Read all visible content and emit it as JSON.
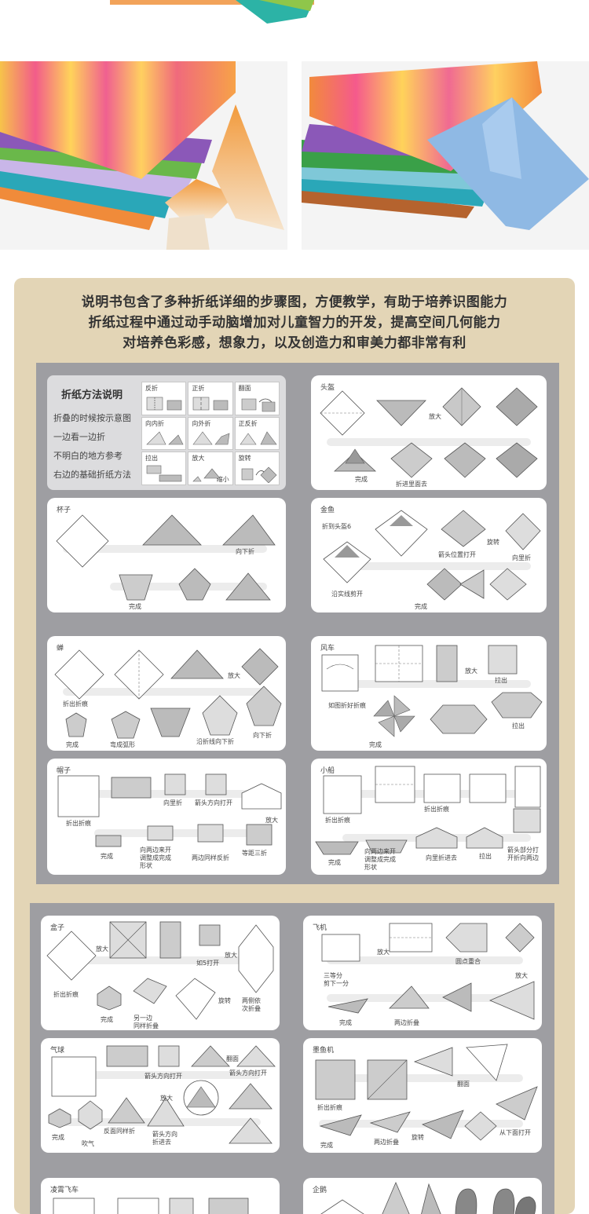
{
  "intro": {
    "lines": [
      "说明书包含了多种折纸详细的步骤图，方便教学，有助于培养识图能力",
      "折纸过程中通过动手动脑增加对儿童智力的开发，提高空间几何能力",
      "对培养色彩感，想象力，以及创造力和审美力都非常有利"
    ]
  },
  "legend": {
    "title": "折纸方法说明",
    "lines": [
      "折叠的时候按示意图",
      "一边看一边折",
      "不明白的地方参考",
      "右边的基础折纸方法"
    ],
    "cells": [
      "反折",
      "正折",
      "翻面",
      "向内折",
      "向外折",
      "正反折",
      "拉出",
      "放大",
      "旋转"
    ],
    "extra": "缩小"
  },
  "cards": {
    "helmet": {
      "title": "头盔",
      "captions": [
        "放大",
        "完成",
        "折进里面去"
      ]
    },
    "cup": {
      "title": "杯子",
      "captions": [
        "向下折",
        "完成"
      ]
    },
    "goldfish": {
      "title": "金鱼",
      "captions": [
        "折到头盔6",
        "箭头位置打开",
        "旋转",
        "向里折",
        "沿实线剪开",
        "完成"
      ]
    },
    "cicada": {
      "title": "蝉",
      "captions": [
        "放大",
        "折出折痕",
        "完成",
        "弯成弧形",
        "沿折线向下折",
        "向下折"
      ]
    },
    "pinwheel": {
      "title": "风车",
      "captions": [
        "如图折好折痕",
        "放大",
        "拉出",
        "完成",
        "拉出"
      ]
    },
    "hat": {
      "title": "帽子",
      "captions": [
        "向里折",
        "箭头方向打开",
        "折出折痕",
        "完成",
        "向两边来开\n调整成完成\n形状",
        "两边同样反折",
        "等距三折",
        "放大"
      ]
    },
    "boat": {
      "title": "小船",
      "captions": [
        "折出折痕",
        "折出折痕",
        "完成",
        "向两边来开\n调整成完成\n形状",
        "向里折进去",
        "拉出",
        "箭头部分打\n开折向两边"
      ]
    },
    "box": {
      "title": "盒子",
      "captions": [
        "放大",
        "如5打开",
        "放大",
        "折出折痕",
        "完成",
        "另一边\n同样折叠",
        "旋转",
        "两侧依\n次折叠"
      ]
    },
    "plane": {
      "title": "飞机",
      "captions": [
        "放大",
        "圆点重合",
        "三等分\n剪下一分",
        "放大",
        "完成",
        "两边折叠"
      ]
    },
    "balloon": {
      "title": "气球",
      "captions": [
        "翻面",
        "箭头方向打开",
        "箭头方向打开",
        "放大",
        "完成",
        "吹气",
        "反面同样折",
        "箭头方向\n折进去"
      ]
    },
    "glider": {
      "title": "墨鱼机",
      "captions": [
        "翻面",
        "折出折痕",
        "完成",
        "两边折叠",
        "旋转",
        "从下面打开"
      ]
    },
    "sky_plane": {
      "title": "凌霄飞车"
    },
    "penguin": {
      "title": "企鹅"
    }
  },
  "colors": {
    "card_beige": "#e3d5b6",
    "panel_grey": "#9e9ea2",
    "card_white": "#ffffff"
  }
}
